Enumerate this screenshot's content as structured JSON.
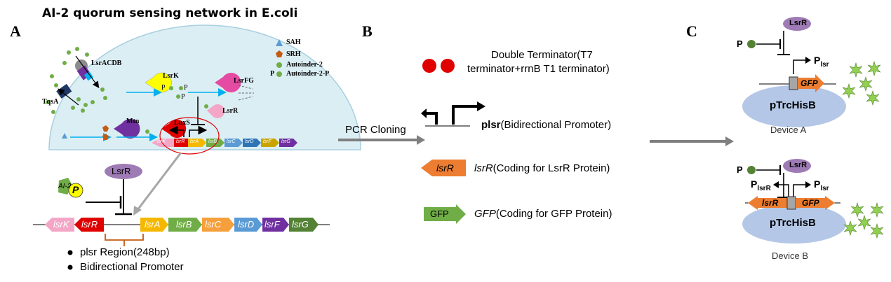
{
  "title": "AI-2 quorum sensing network in E.coli",
  "panels": {
    "a": "A",
    "b": "B",
    "c": "C"
  },
  "panel_a": {
    "legend": [
      {
        "label": "SAH",
        "shape": "triangle",
        "color": "#5b9bd5"
      },
      {
        "label": "SRH",
        "shape": "pentagon",
        "color": "#c55a11"
      },
      {
        "label": "Autoinder-2",
        "shape": "circle",
        "color": "#70ad47"
      },
      {
        "label": "Autoinder-2-P",
        "prefix": "P",
        "shape": "circle",
        "color": "#70ad47"
      }
    ],
    "proteins": {
      "lsracdb": "LsrACDB",
      "tqsa": "TqsA",
      "lsrk": "LsrK",
      "lsrfg": "LsrFG",
      "lsrr": "LsrR",
      "mtn": "Mtn",
      "luxs": "LuxS"
    },
    "p_marks": [
      "P",
      "P",
      "P"
    ],
    "small_operon": [
      "lsrK",
      "lsrR",
      "lsrA",
      "lsrB",
      "lsrC",
      "lsrD",
      "lsrF",
      "lsrG"
    ],
    "ai2_label": "AI-2",
    "p_label": "P",
    "lsrr_repressor": "LsrR",
    "operon": [
      "lsrK",
      "lsrR",
      "lsrA",
      "lsrB",
      "lsrC",
      "lsrD",
      "lsrF",
      "lsrG"
    ],
    "bullets": [
      "plsr Region(248bp)",
      "Bidirectional Promoter"
    ]
  },
  "panel_b": {
    "pcr_label": "PCR Cloning",
    "terminator_name": "Double Terminator",
    "terminator_rest": "(T7",
    "terminator_line2": "terminator+rrnB T1 terminator)",
    "promoter_name": "plsr",
    "promoter_desc": "(Bidirectional Promoter)",
    "lsrr_arrow": "lsrR",
    "lsrr_name": "lsrR",
    "lsrr_desc": "(Coding for LsrR Protein)",
    "gfp_arrow": "GFP",
    "gfp_name": "GFP",
    "gfp_desc": "(Coding for GFP Protein)"
  },
  "panel_c": {
    "device_a": {
      "repressor": "LsrR",
      "p": "P",
      "plsr_main": "P",
      "plsr_sub": "lsr",
      "gene": "GFP",
      "plasmid": "pTrcHisB",
      "caption": "Device A"
    },
    "device_b": {
      "repressor": "LsrR",
      "p": "P",
      "plsrr_main": "P",
      "plsrr_sub": "lsrR",
      "plsr_main": "P",
      "plsr_sub": "lsr",
      "gene_left": "lsrR",
      "gene_right": "GFP",
      "plasmid": "pTrcHisB",
      "caption": "Device B"
    }
  },
  "colors": {
    "cell": "#dbeef4",
    "lsrr_purple": "#9e7bb5",
    "gfp_green": "#70ad47",
    "orange": "#ed7d31",
    "gray_arrow": "#7f7f7f",
    "plasmid": "#b4c7e7",
    "star": "#92d050",
    "terminator_red": "#e00000"
  },
  "operon_colors": [
    "#f4a6c6",
    "#e00000",
    "#f5b800",
    "#70ad47",
    "#5b9bd5",
    "#2e75b6",
    "#7030a0",
    "#548235"
  ]
}
